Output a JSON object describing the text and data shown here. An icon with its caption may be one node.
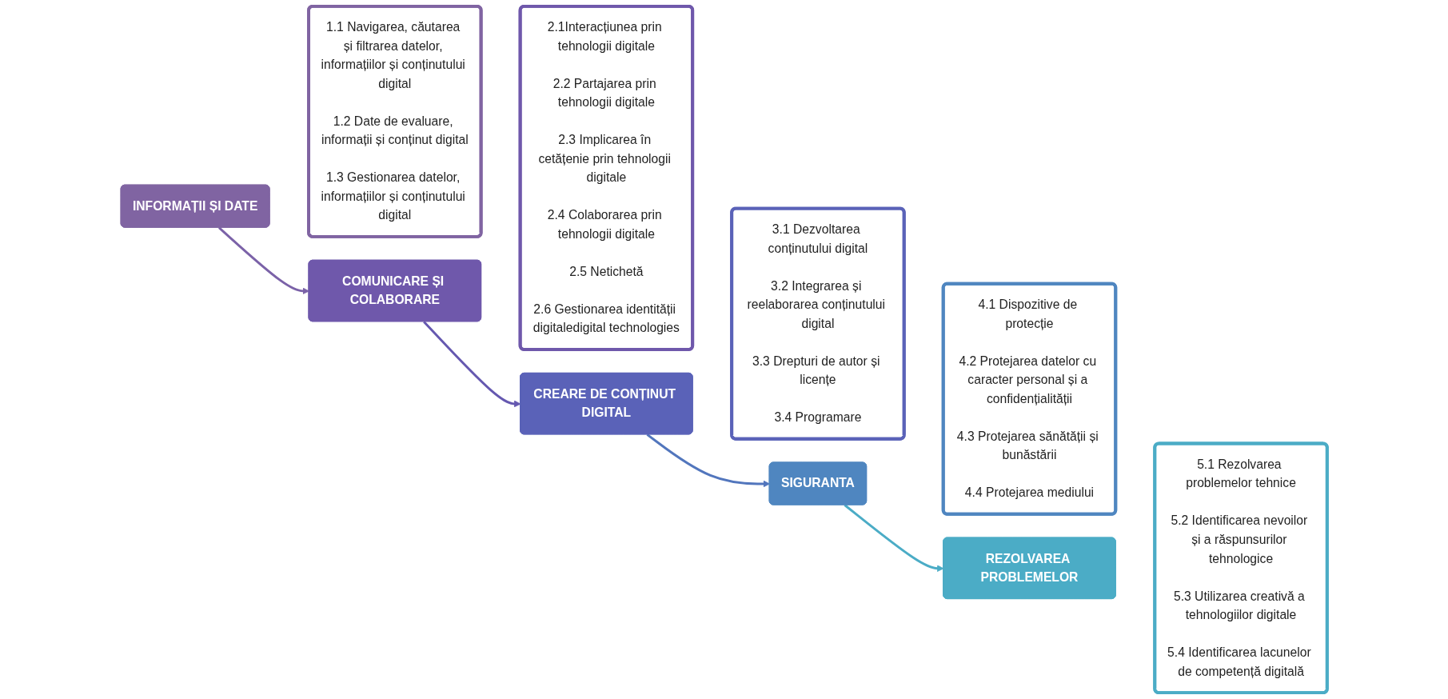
{
  "diagram": {
    "nodes": [
      {
        "text": [
          "INFORMAȚII ȘI DATE"
        ]
      },
      {
        "text": [
          "1.1 Navigarea, căutarea și filtrarea datelor, informațiilor și conținutului digital",
          "1.2 Date de evaluare, informații și conținut digital",
          "1.3 Gestionarea datelor, informațiilor și conținutului digital"
        ]
      },
      {
        "text": [
          "COMUNICARE ȘI COLABORARE"
        ]
      },
      {
        "text": [
          "2.1Interacțiunea prin tehnologii digitale",
          "2.2 Partajarea prin tehnologii digitale",
          "2.3 Implicarea în cetățenie prin tehnologii digitale",
          "2.4 Colaborarea prin tehnologii digitale",
          "2.5 Netichetă",
          "2.6 Gestionarea identității digitaledigital technologies"
        ]
      },
      {
        "text": [
          "CREARE DE CONȚINUT DIGITAL"
        ]
      },
      {
        "text": [
          "3.1 Dezvoltarea conținutului digital",
          "3.2 Integrarea și reelaborarea conținutului digital",
          "3.3 Drepturi de autor și licențe",
          "3.4 Programare"
        ]
      },
      {
        "text": [
          "SIGURANTA"
        ]
      },
      {
        "text": [
          "4.1 Dispozitive de protecție",
          "4.2 Protejarea datelor cu caracter personal și a confidențialității",
          "4.3 Protejarea sănătății și bunăstării",
          "4.4 Protejarea mediului"
        ]
      },
      {
        "text": [
          "REZOLVAREA PROBLEMELOR"
        ]
      },
      {
        "text": [
          "5.1 Rezolvarea problemelor tehnice",
          "5.2 Identificarea nevoilor și a răspunsurilor tehnologice",
          "5.3 Utilizarea creativă a tehnologiilor digitale",
          "5.4 Identificarea lacunelor de competență digitală"
        ]
      }
    ],
    "edges": [
      {
        "from": 0,
        "to": 2,
        "arrow": "to",
        "color": "#7b62a8"
      },
      {
        "from": 2,
        "to": 4,
        "arrow": "to",
        "color": "#6558b0"
      },
      {
        "from": 4,
        "to": 6,
        "arrow": "to",
        "color": "#5276bd"
      },
      {
        "from": 6,
        "to": 8,
        "arrow": "to",
        "color": "#4bacc6"
      }
    ]
  }
}
